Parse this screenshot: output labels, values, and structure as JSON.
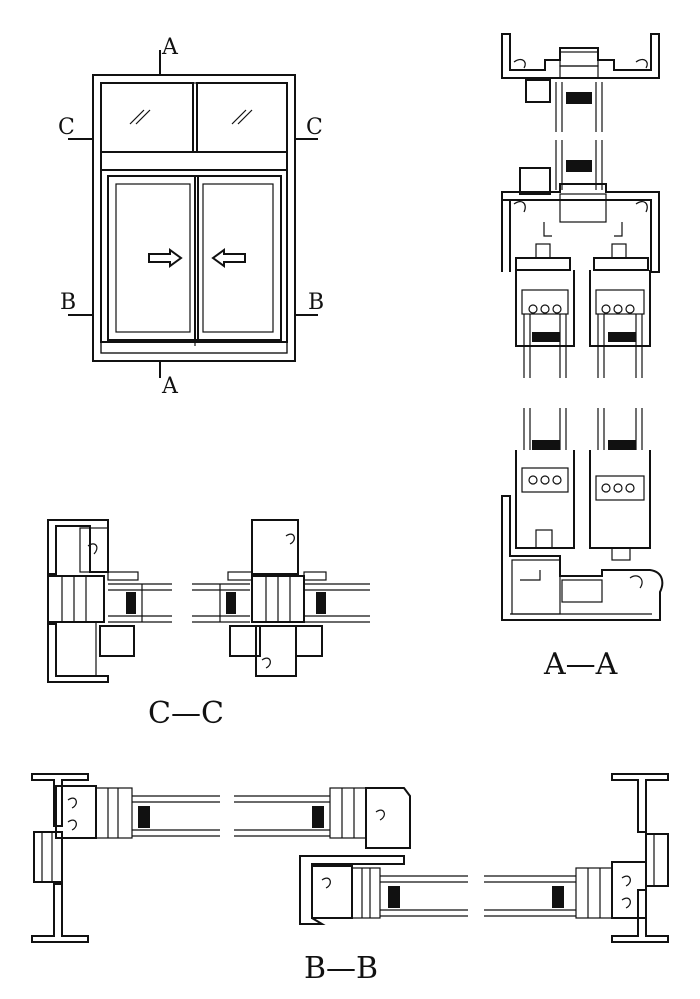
{
  "elevation": {
    "markers": {
      "top_a": "A",
      "bottom_a": "A",
      "left_c": "C",
      "right_c": "C",
      "left_b": "B",
      "right_b": "B"
    }
  },
  "sections": {
    "aa_caption": "A—A",
    "cc_caption": "C—C",
    "bb_caption": "B—B"
  }
}
